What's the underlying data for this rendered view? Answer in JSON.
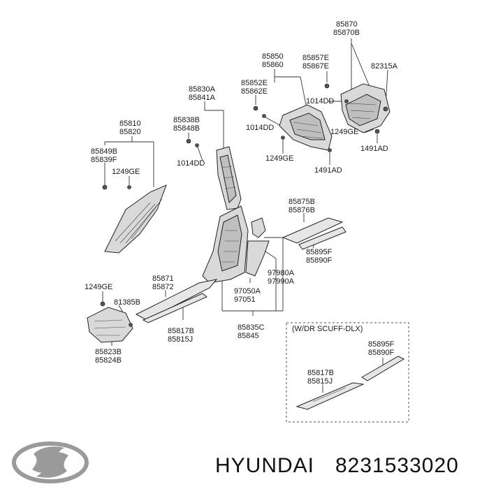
{
  "diagram": {
    "labels": {
      "l85870": "85870",
      "l85870B": "85870B",
      "l85857E": "85857E",
      "l85867E": "85867E",
      "l82315A": "82315A",
      "l85850": "85850",
      "l85860": "85860",
      "l85852E": "85852E",
      "l85862E": "85862E",
      "l1014DD_a": "1014DD",
      "l1014DD_b": "1014DD",
      "l1249GE_a": "1249GE",
      "l1491AD_a": "1491AD",
      "l1249GE_b": "1249GE",
      "l1491AD_b": "1491AD",
      "l85830A": "85830A",
      "l85841A": "85841A",
      "l85838B": "85838B",
      "l85848B": "85848B",
      "l1014DD_c": "1014DD",
      "l85810": "85810",
      "l85820": "85820",
      "l85849B": "85849B",
      "l85839F": "85839F",
      "l1249GE_c": "1249GE",
      "l85875B": "85875B",
      "l85876B": "85876B",
      "l85895F_a": "85895F",
      "l85890F_a": "85890F",
      "l97980A": "97980A",
      "l97990A": "97990A",
      "l97050A": "97050A",
      "l97051": "97051",
      "l85835C": "85835C",
      "l85845": "85845",
      "l85871": "85871",
      "l85872": "85872",
      "l1249GE_d": "1249GE",
      "l81385B": "81385B",
      "l85817B_a": "85817B",
      "l85815J_a": "85815J",
      "l85823B": "85823B",
      "l85824B": "85824B",
      "l85895F_b": "85895F",
      "l85890F_b": "85890F",
      "l85817B_b": "85817B",
      "l85815J_b": "85815J"
    },
    "option_box_title": "(W/DR SCUFF-DLX)"
  },
  "footer": {
    "brand": "HYUNDAI",
    "part_number": "8231533020",
    "logo_icon": "hyundai-logo-icon"
  }
}
